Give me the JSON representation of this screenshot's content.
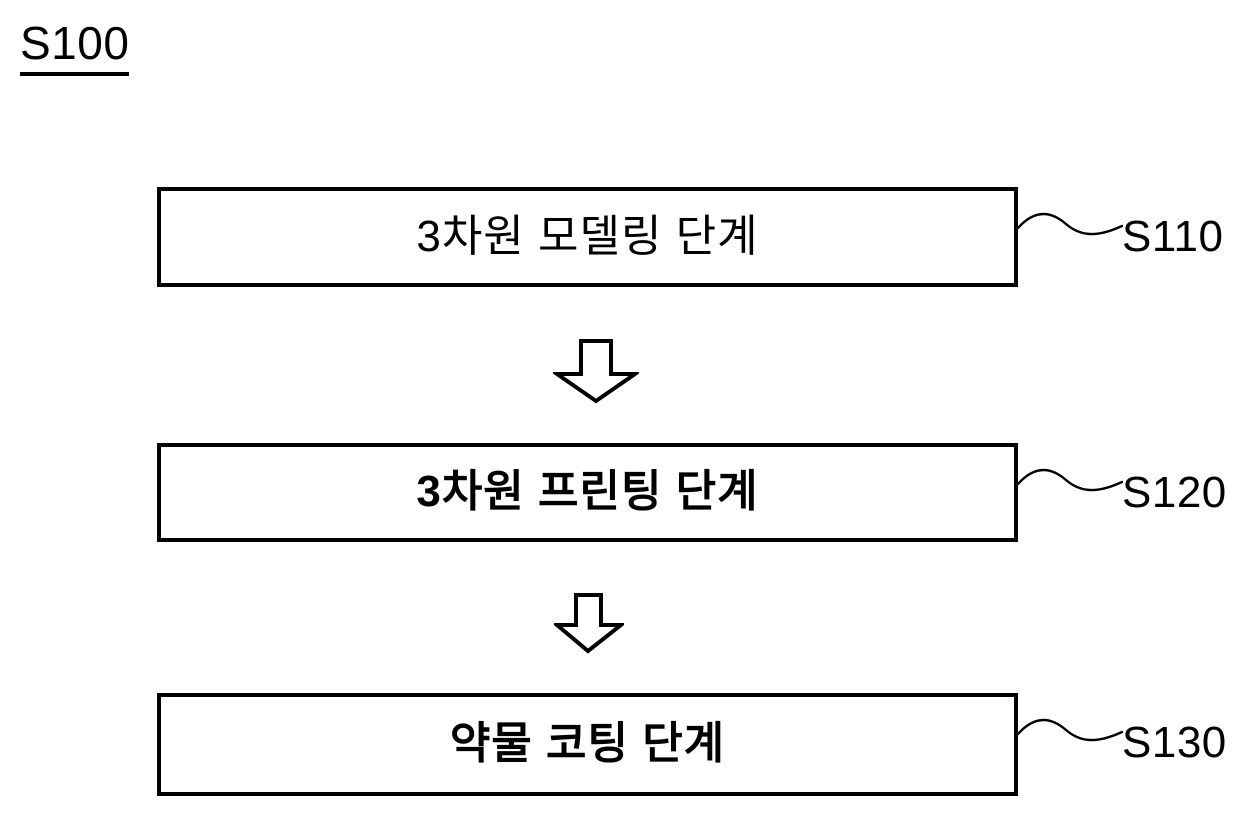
{
  "figure": {
    "id_label": "S100",
    "background_color": "#ffffff",
    "line_color": "#000000"
  },
  "steps": [
    {
      "label": "3차원 모델링 단계",
      "reference": "S110",
      "emphasis": "regular"
    },
    {
      "label": "3차원 프린팅 단계",
      "reference": "S120",
      "emphasis": "bold"
    },
    {
      "label": "약물 코팅 단계",
      "reference": "S130",
      "emphasis": "bold"
    }
  ],
  "connectors": [
    {
      "name": "down-arrow-1",
      "from": "S110",
      "to": "S120",
      "style": "hollow-block-arrow-down"
    },
    {
      "name": "down-arrow-2",
      "from": "S120",
      "to": "S130",
      "style": "hollow-block-arrow-down"
    }
  ]
}
